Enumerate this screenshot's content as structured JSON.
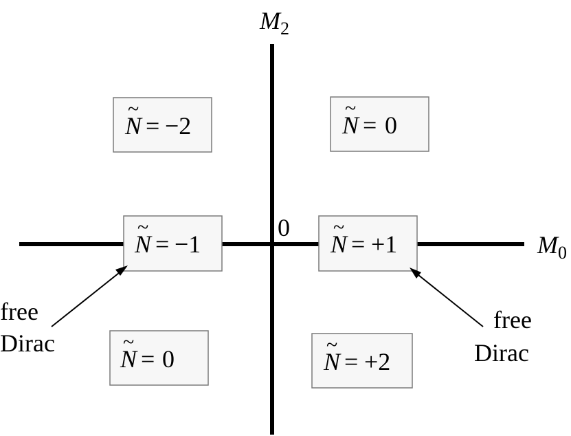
{
  "axes": {
    "horizontal": {
      "symbol": "M",
      "subscript": "0"
    },
    "vertical": {
      "symbol": "M",
      "subscript": "2"
    },
    "origin_label": "0"
  },
  "regions": [
    {
      "id": "upper-left",
      "symbol": "N",
      "tilde": "~",
      "equals": "=",
      "value": "−2"
    },
    {
      "id": "upper-right",
      "symbol": "N",
      "tilde": "~",
      "equals": "=",
      "value": "0"
    },
    {
      "id": "left-axis",
      "symbol": "N",
      "tilde": "~",
      "equals": "=",
      "value": "−1"
    },
    {
      "id": "right-axis",
      "symbol": "N",
      "tilde": "~",
      "equals": "=",
      "value": "+1"
    },
    {
      "id": "lower-left",
      "symbol": "N",
      "tilde": "~",
      "equals": "=",
      "value": "0"
    },
    {
      "id": "lower-right",
      "symbol": "N",
      "tilde": "~",
      "equals": "=",
      "value": "+2"
    }
  ],
  "annotations": [
    {
      "id": "left-free-dirac",
      "line1": "free",
      "line2": "Dirac"
    },
    {
      "id": "right-free-dirac",
      "line1": "free",
      "line2": "Dirac"
    }
  ],
  "colors": {
    "axis": "#000000",
    "box_fill": "#f7f7f7",
    "box_stroke": "#7a7a7a",
    "text": "#000000"
  }
}
